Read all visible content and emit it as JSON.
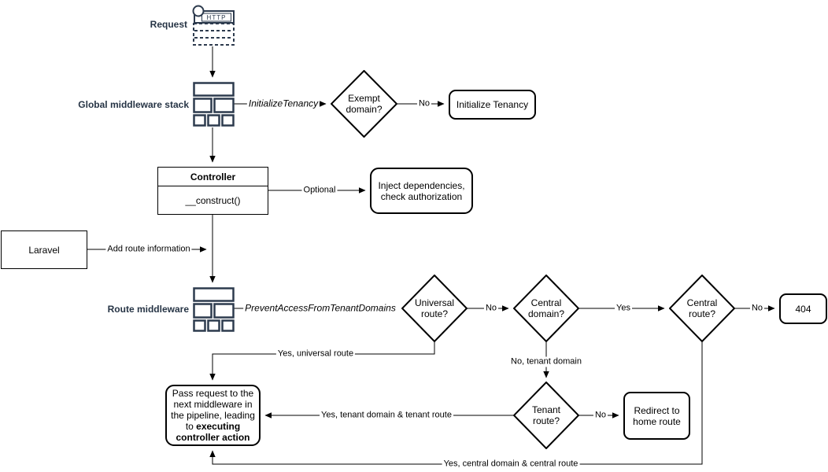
{
  "colors": {
    "label_accent": "#263445",
    "icon_stroke": "#2d3b4e",
    "shape_stroke": "#000000",
    "shape_fill": "#ffffff",
    "background": "#ffffff"
  },
  "nodes": {
    "request": {
      "label": "Request"
    },
    "http_icon": {
      "text": "HTTP"
    },
    "global_middleware": {
      "label": "Global middleware stack"
    },
    "route_middleware": {
      "label": "Route middleware"
    },
    "exempt_domain": {
      "text": "Exempt\ndomain?"
    },
    "initialize_tenancy": {
      "text": "Initialize Tenancy"
    },
    "controller": {
      "title": "Controller",
      "method": "__construct()"
    },
    "inject_dependencies": {
      "text": "Inject dependencies,\ncheck authorization"
    },
    "laravel": {
      "text": "Laravel"
    },
    "universal_route": {
      "text": "Universal\nroute?"
    },
    "central_domain": {
      "text": "Central\ndomain?"
    },
    "central_route": {
      "text": "Central\nroute?"
    },
    "not_found": {
      "text": "404"
    },
    "tenant_route": {
      "text": "Tenant\nroute?"
    },
    "redirect_home": {
      "text": "Redirect to\nhome route"
    },
    "pass_request": {
      "text_normal": "Pass request to the next middleware in the pipeline, leading to ",
      "text_bold": "executing controller action"
    }
  },
  "edges": {
    "initialize_tenancy_middleware": "InitializeTenancy",
    "exempt_no": "No",
    "optional": "Optional",
    "add_route_information": "Add route information",
    "prevent_access_middleware": "PreventAccessFromTenantDomains",
    "universal_no": "No",
    "central_domain_yes": "Yes",
    "central_route_no": "No",
    "yes_universal_route": "Yes, universal route",
    "no_tenant_domain": "No, tenant domain",
    "tenant_route_no": "No",
    "yes_tenant_domain_tenant_route": "Yes, tenant domain & tenant route",
    "yes_central_domain_central_route": "Yes, central domain & central route"
  }
}
